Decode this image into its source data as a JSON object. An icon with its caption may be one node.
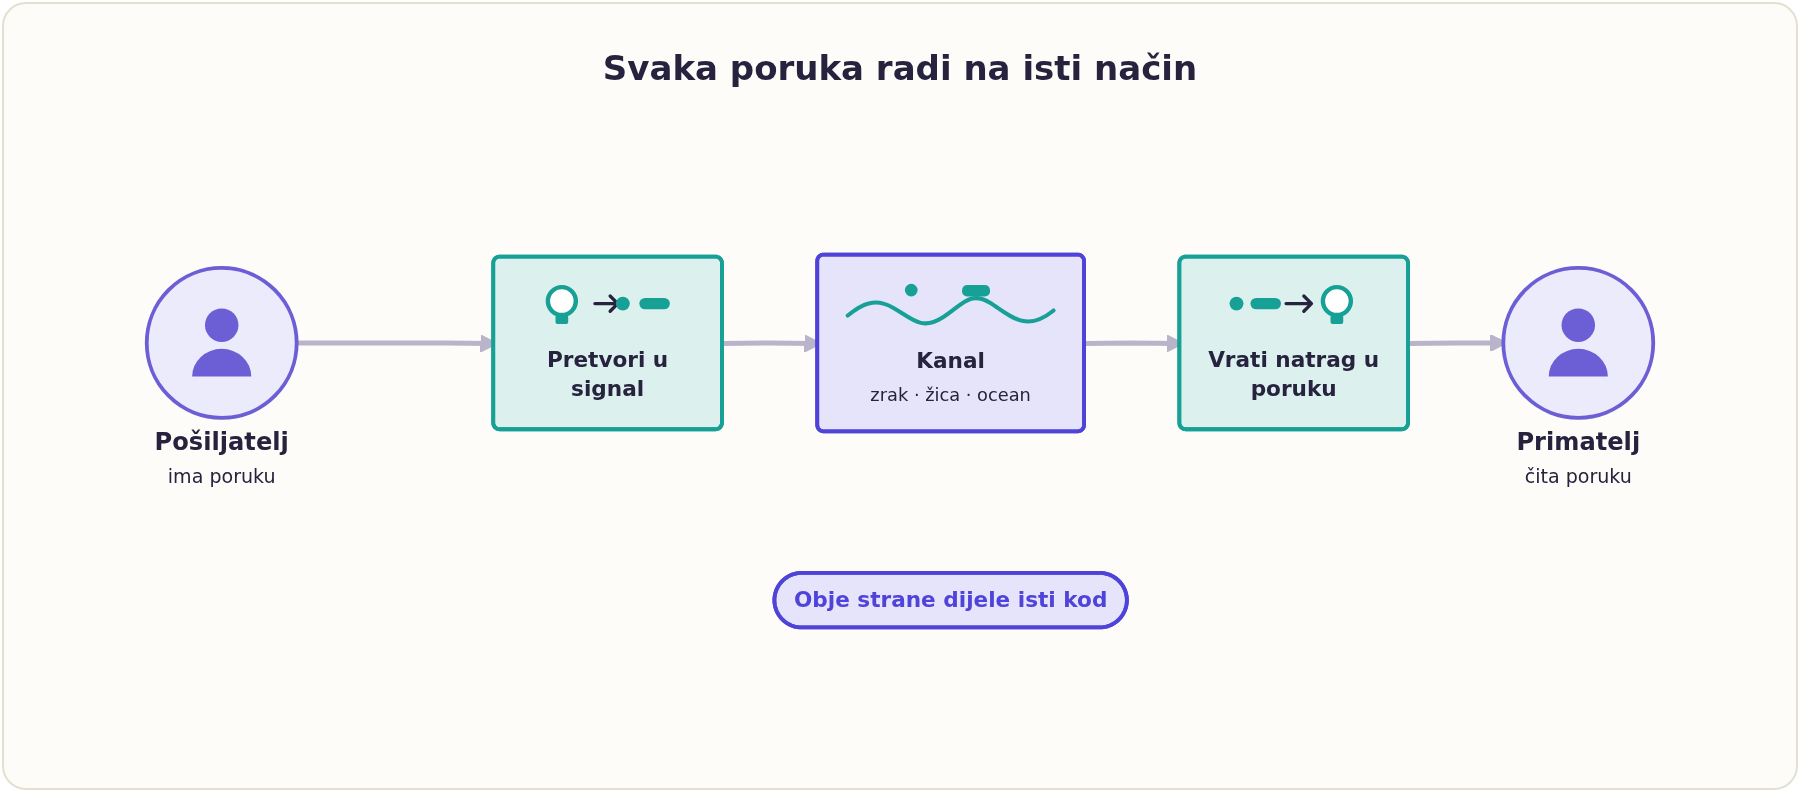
{
  "diagram": {
    "title": "Svaka poruka radi na isti način",
    "nodes": [
      {
        "text": [
          "Pošiljatelj"
        ],
        "beside": [
          "ima poruku"
        ]
      },
      {
        "text": [
          "Pretvori u signal"
        ]
      },
      {
        "text": [
          "Kanal",
          "zrak · žica · ocean"
        ]
      },
      {
        "text": [
          "Vrati natrag u poruku"
        ]
      },
      {
        "text": [
          "Primatelj"
        ],
        "beside": [
          "čita poruku"
        ]
      },
      {
        "text": [
          "Obje strane dijele isti kod"
        ]
      }
    ],
    "edges": [
      {
        "from": 0,
        "to": 1,
        "arrow": "to"
      },
      {
        "from": 1,
        "to": 2,
        "arrow": "to"
      },
      {
        "from": 2,
        "to": 3,
        "arrow": "to"
      },
      {
        "from": 3,
        "to": 4,
        "arrow": "to"
      }
    ]
  }
}
